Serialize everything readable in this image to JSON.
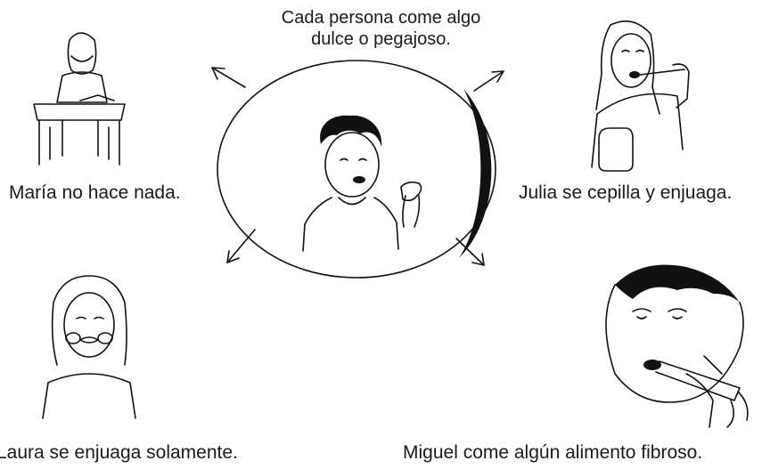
{
  "title": {
    "line1": "Cada persona come algo",
    "line2": "dulce o pegajoso."
  },
  "people": {
    "maria": {
      "caption": "María no hace nada."
    },
    "julia": {
      "caption": "Julia se cepilla y enjuaga."
    },
    "laura": {
      "caption": "Laura se enjuaga solamente."
    },
    "miguel": {
      "caption": "Miguel come algún alimento fibroso."
    }
  }
}
